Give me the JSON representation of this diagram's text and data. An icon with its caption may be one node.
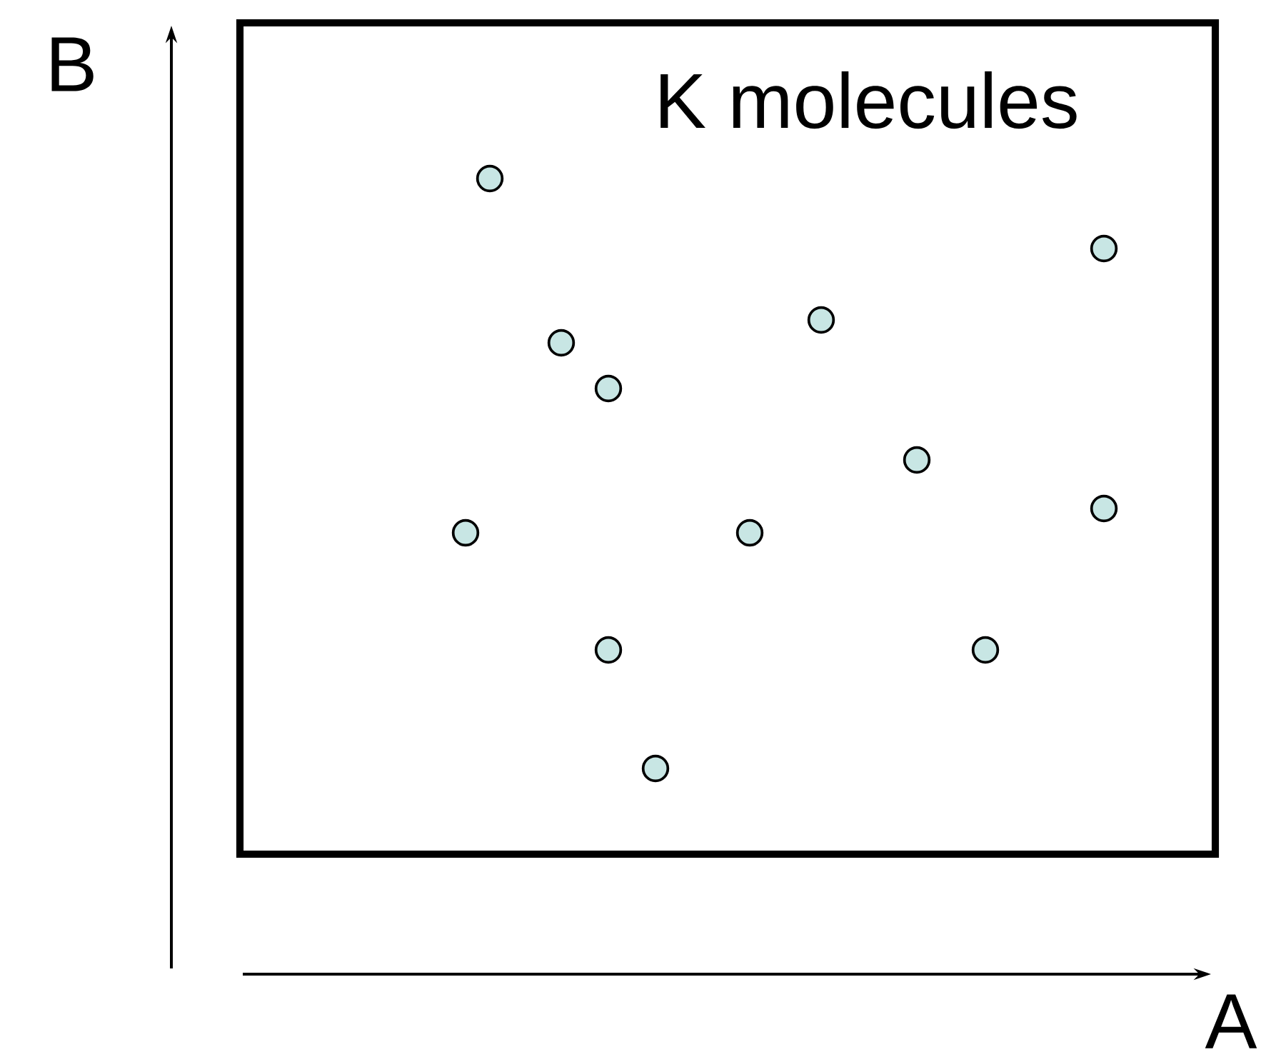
{
  "diagram": {
    "nodes": [
      {
        "text": [
          "K molecules"
        ]
      }
    ],
    "edges": [],
    "labels": [
      "B",
      "A"
    ]
  }
}
